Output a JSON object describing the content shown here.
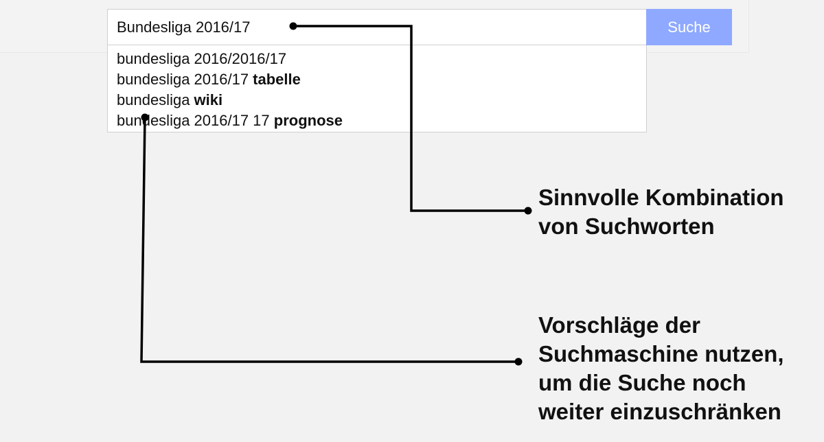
{
  "search": {
    "value": "Bundesliga 2016/17",
    "button_label": "Suche"
  },
  "suggestions": [
    {
      "normal": "bundesliga 2016/2016/17",
      "bold": ""
    },
    {
      "normal": "bundesliga 2016/17 ",
      "bold": "tabelle"
    },
    {
      "normal": "bundesliga ",
      "bold": "wiki"
    },
    {
      "normal": "bundesliga 2016/17 17 ",
      "bold": "prognose"
    }
  ],
  "annotations": {
    "combination": {
      "lines": [
        "Sinnvolle Kombination",
        "von Suchworten"
      ]
    },
    "suggestions_hint": {
      "lines": [
        "Vorschläge der",
        "Suchmaschine nutzen,",
        "um die Suche noch",
        "weiter einzuschränken"
      ]
    }
  },
  "colors": {
    "background": "#f2f2f2",
    "search_button": "#8ea9ff",
    "connector_line": "#000000"
  }
}
